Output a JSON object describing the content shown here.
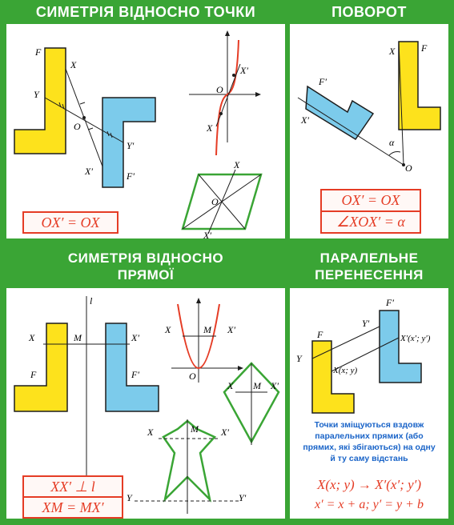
{
  "panels": {
    "point_symmetry": {
      "title": "СИМЕТРІЯ ВІДНОСНО ТОЧКИ",
      "formula": "OX′ = OX",
      "labels": {
        "F": "F",
        "X": "X",
        "Y": "Y",
        "O": "O",
        "Yp": "Y′",
        "Xp": "X′",
        "Fp": "F′"
      },
      "curve_labels": {
        "Xp": "X′",
        "O": "O",
        "X": "X"
      },
      "rhombus_labels": {
        "X": "X",
        "O": "O",
        "Xp": "X′"
      }
    },
    "rotation": {
      "title": "ПОВОРОТ",
      "formula1": "OX′ = OX",
      "formula2": "∠XOX′ = α",
      "labels": {
        "X": "X",
        "F": "F",
        "Fp": "F′",
        "Xp": "X′",
        "alpha": "α",
        "O": "O"
      }
    },
    "line_symmetry": {
      "title_line1": "СИМЕТРІЯ ВІДНОСНО",
      "title_line2": "ПРЯМОЇ",
      "formula1": "XX′ ⊥ l",
      "formula2": "XM = MX′",
      "labels": {
        "l": "l",
        "X": "X",
        "M": "M",
        "Xp": "X′",
        "F": "F",
        "Fp": "F′"
      },
      "parabola_labels": {
        "X": "X",
        "M": "M",
        "Xp": "X′",
        "O": "O"
      },
      "kite_labels": {
        "X": "X",
        "M": "M",
        "Xp": "X′"
      },
      "star_labels": {
        "X": "X",
        "M": "M",
        "Xp": "X′",
        "Y": "Y",
        "Yp": "Y′"
      }
    },
    "translation": {
      "title_line1": "ПАРАЛЕЛЬНЕ",
      "title_line2": "ПЕРЕНЕСЕННЯ",
      "labels": {
        "Fp": "F′",
        "Yp": "Y′",
        "F": "F",
        "Xp": "X′(x′; y′)",
        "Y": "Y",
        "X": "X(x; y)"
      },
      "note": "Точки зміщуються вздовж паралельних прямих (або прямих, які збігаються) на одну й ту саму відстань",
      "formula1": "X(x;  y) → X′(x′; y′)",
      "formula2": "x′ = x + a;   y′ = y + b"
    }
  },
  "colors": {
    "frame": "#3aa535",
    "yellow": "#fde21c",
    "blue": "#7ccbeb",
    "red": "#e53c25",
    "note": "#1a64c8"
  }
}
